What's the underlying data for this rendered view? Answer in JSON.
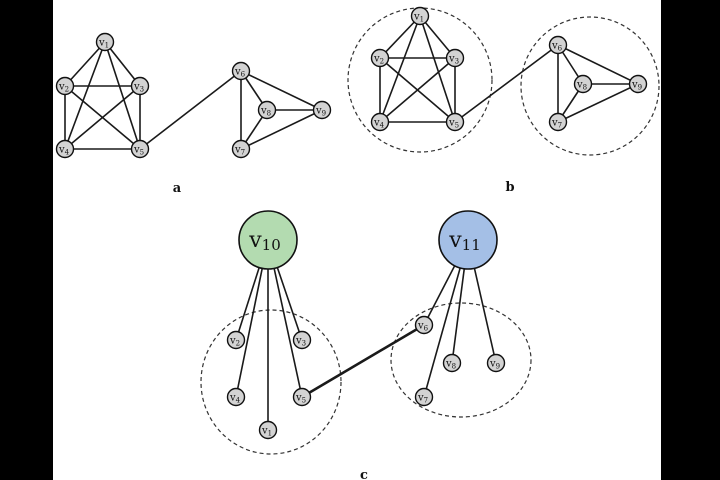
{
  "colors": {
    "background": "#000000",
    "canvas": "#ffffff",
    "node_fill": "#d3d3d3",
    "super_v10_fill": "#b3dbb0",
    "super_v11_fill": "#a4bfe6",
    "stroke": "#111111"
  },
  "panels": {
    "a": {
      "label": "a"
    },
    "b": {
      "label": "b"
    },
    "c": {
      "label": "c"
    }
  },
  "nodes": [
    {
      "id": "v1",
      "base": "v",
      "sub": "1"
    },
    {
      "id": "v2",
      "base": "v",
      "sub": "2"
    },
    {
      "id": "v3",
      "base": "v",
      "sub": "3"
    },
    {
      "id": "v4",
      "base": "v",
      "sub": "4"
    },
    {
      "id": "v5",
      "base": "v",
      "sub": "5"
    },
    {
      "id": "v6",
      "base": "v",
      "sub": "6"
    },
    {
      "id": "v7",
      "base": "v",
      "sub": "7"
    },
    {
      "id": "v8",
      "base": "v",
      "sub": "8"
    },
    {
      "id": "v9",
      "base": "v",
      "sub": "9"
    }
  ],
  "super_nodes": [
    {
      "id": "v10",
      "base": "v",
      "sub": "10"
    },
    {
      "id": "v11",
      "base": "v",
      "sub": "11"
    }
  ],
  "graph_edges": [
    [
      "v1",
      "v2"
    ],
    [
      "v1",
      "v3"
    ],
    [
      "v1",
      "v4"
    ],
    [
      "v1",
      "v5"
    ],
    [
      "v2",
      "v3"
    ],
    [
      "v2",
      "v4"
    ],
    [
      "v2",
      "v5"
    ],
    [
      "v3",
      "v4"
    ],
    [
      "v3",
      "v5"
    ],
    [
      "v4",
      "v5"
    ],
    [
      "v5",
      "v6"
    ],
    [
      "v6",
      "v7"
    ],
    [
      "v6",
      "v8"
    ],
    [
      "v6",
      "v9"
    ],
    [
      "v7",
      "v8"
    ],
    [
      "v7",
      "v9"
    ],
    [
      "v8",
      "v9"
    ]
  ],
  "panel_c_edges": [
    [
      "v10",
      "v1"
    ],
    [
      "v10",
      "v2"
    ],
    [
      "v10",
      "v3"
    ],
    [
      "v10",
      "v4"
    ],
    [
      "v10",
      "v5"
    ],
    [
      "v11",
      "v6"
    ],
    [
      "v11",
      "v7"
    ],
    [
      "v11",
      "v8"
    ],
    [
      "v11",
      "v9"
    ]
  ],
  "panel_c_bridge": [
    "v5",
    "v6"
  ]
}
